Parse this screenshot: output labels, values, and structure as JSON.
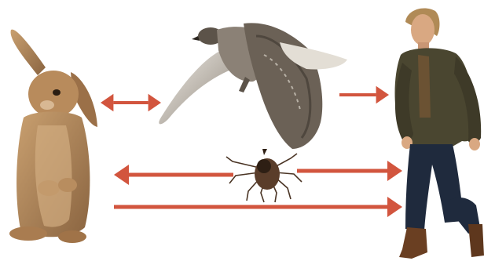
{
  "diagram": {
    "nodes": [
      {
        "id": "rabbit",
        "icon": "rabbit-icon"
      },
      {
        "id": "hawk",
        "icon": "hawk-icon"
      },
      {
        "id": "tick",
        "icon": "tick-icon"
      },
      {
        "id": "human",
        "icon": "human-icon"
      }
    ],
    "edges": [
      {
        "id": "rabbit-hawk",
        "from": "rabbit",
        "to": "hawk",
        "direction": "both"
      },
      {
        "id": "hawk-human",
        "from": "hawk",
        "to": "human",
        "direction": "forward"
      },
      {
        "id": "tick-rabbit",
        "from": "tick",
        "to": "rabbit",
        "direction": "forward"
      },
      {
        "id": "tick-human",
        "from": "tick",
        "to": "human",
        "direction": "forward"
      },
      {
        "id": "rabbit-human",
        "from": "rabbit",
        "to": "human",
        "direction": "forward"
      }
    ],
    "colors": {
      "arrow": "#d2553e",
      "rabbit_fur": "#b98a5e",
      "rabbit_dark": "#7d5a3a",
      "hawk_light": "#e9e6df",
      "hawk_dark": "#5c5349",
      "tick_body": "#5a3d2a",
      "jacket": "#4a4630",
      "jeans": "#1f2a3d",
      "boots": "#6a3f22",
      "skin": "#d9a882",
      "hair": "#b08a56"
    }
  }
}
